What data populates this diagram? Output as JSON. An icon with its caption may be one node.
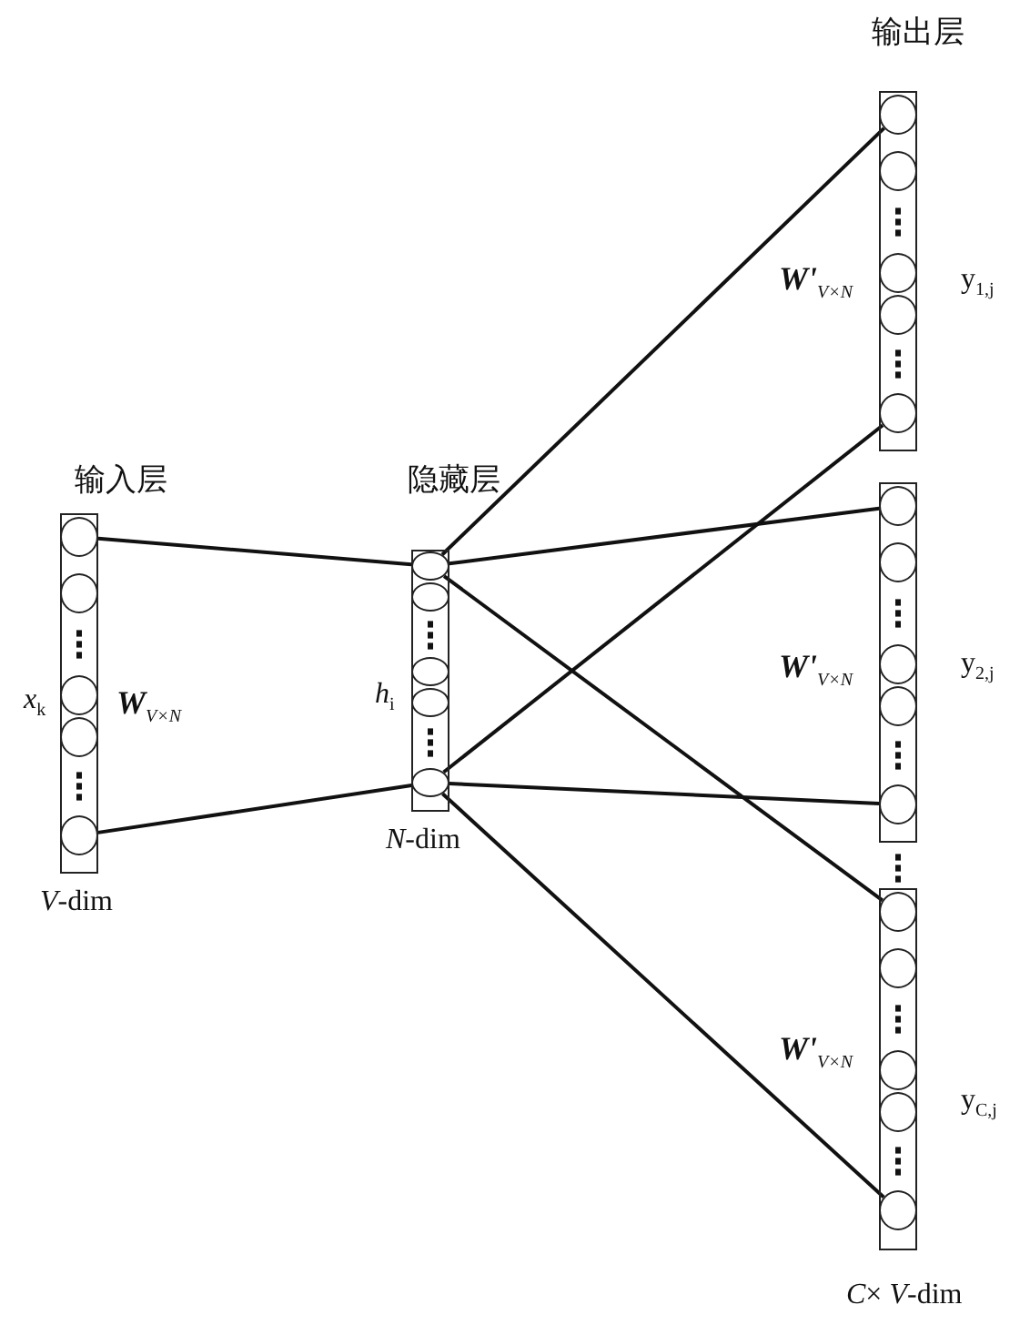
{
  "diagram": {
    "nodes": [
      {
        "text": [
          "输入层"
        ]
      },
      {
        "text": [],
        "shape": "circle",
        "in": 0
      },
      {
        "text": [],
        "shape": "circle",
        "in": 0
      },
      {
        "text": [],
        "shape": "circle",
        "in": 0
      },
      {
        "text": [],
        "shape": "circle",
        "in": 0
      },
      {
        "text": [],
        "shape": "circle",
        "in": 0
      },
      {
        "text": [
          "隐藏层"
        ]
      },
      {
        "text": [],
        "shape": "circle",
        "in": 6
      },
      {
        "text": [],
        "shape": "circle",
        "in": 6
      },
      {
        "text": [],
        "shape": "circle",
        "in": 6
      },
      {
        "text": [],
        "shape": "circle",
        "in": 6
      },
      {
        "text": [],
        "shape": "circle",
        "in": 6
      },
      {
        "text": [
          "输出层"
        ]
      },
      {
        "text": [],
        "shape": "circle",
        "in": 12
      },
      {
        "text": [],
        "shape": "circle",
        "in": 12
      },
      {
        "text": [],
        "shape": "circle",
        "in": 12
      },
      {
        "text": [],
        "shape": "circle",
        "in": 12
      },
      {
        "text": [],
        "shape": "circle",
        "in": 12
      },
      {
        "text": [],
        "shape": "box"
      },
      {
        "text": [],
        "shape": "circle",
        "in": 18
      },
      {
        "text": [],
        "shape": "circle",
        "in": 18
      },
      {
        "text": [],
        "shape": "circle",
        "in": 18
      },
      {
        "text": [],
        "shape": "circle",
        "in": 18
      },
      {
        "text": [],
        "shape": "circle",
        "in": 18
      },
      {
        "text": [],
        "shape": "box"
      },
      {
        "text": [],
        "shape": "circle",
        "in": 24
      },
      {
        "text": [],
        "shape": "circle",
        "in": 24
      },
      {
        "text": [],
        "shape": "circle",
        "in": 24
      },
      {
        "text": [],
        "shape": "circle",
        "in": 24
      },
      {
        "text": [],
        "shape": "circle",
        "in": 24
      }
    ],
    "edges": [
      {
        "from": 1,
        "to": 7,
        "arrow": "none"
      },
      {
        "from": 5,
        "to": 11,
        "arrow": "none"
      },
      {
        "from": 7,
        "to": 13,
        "arrow": "none"
      },
      {
        "from": 7,
        "to": 19,
        "arrow": "none"
      },
      {
        "from": 7,
        "to": 25,
        "arrow": "none"
      },
      {
        "from": 11,
        "to": 17,
        "arrow": "none"
      },
      {
        "from": 11,
        "to": 23,
        "arrow": "none"
      },
      {
        "from": 11,
        "to": 29,
        "arrow": "none"
      }
    ],
    "labels": [
      "**W'**$_{V×N}$",
      "y$_{1,j}$",
      "*x*$_{k}$",
      "**W**$_{V×N}$",
      "*h*$_{i}$",
      "**W'**$_{V×N}$",
      "y$_{2,j}$",
      "*N*-dim",
      "*V*-dim",
      "**W'**$_{V×N}$",
      "y$_{C,j}$",
      "*C*× *V*-dim"
    ]
  }
}
